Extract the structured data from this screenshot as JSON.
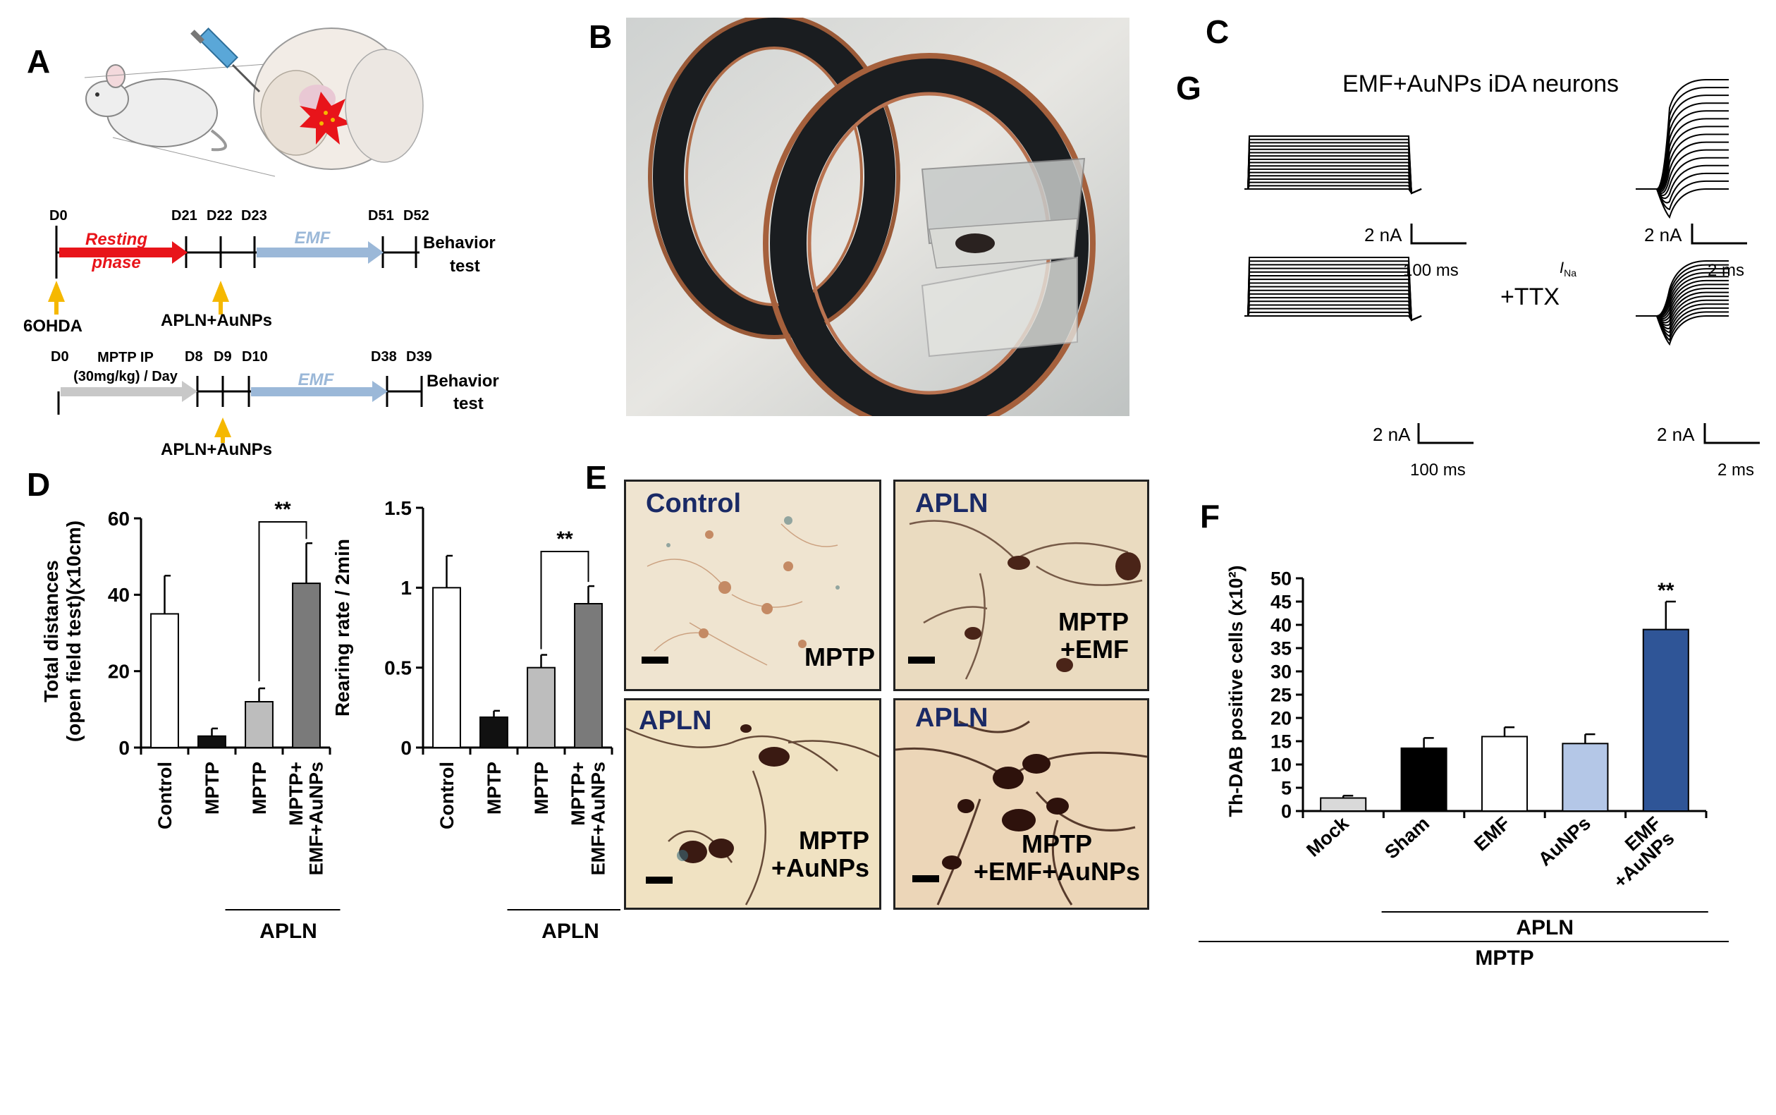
{
  "panels": {
    "A": "A",
    "B": "B",
    "C": "C",
    "G": "G",
    "D": "D",
    "E": "E",
    "F": "F"
  },
  "panel_a": {
    "t1": {
      "d0": "D0",
      "resting": "Resting",
      "phase": "phase",
      "d21": "D21",
      "d22": "D22",
      "d23": "D23",
      "emf": "EMF",
      "d51": "D51",
      "d52": "D52",
      "behavior": "Behavior",
      "test": "test",
      "toxin": "6OHDA",
      "injection": "APLN+AuNPs"
    },
    "t2": {
      "d0": "D0",
      "mptp_ip": "MPTP IP",
      "dose": "(30mg/kg) / Day",
      "d8": "D8",
      "d9": "D9",
      "d10": "D10",
      "emf": "EMF",
      "d38": "D38",
      "d39": "D39",
      "behavior": "Behavior",
      "test": "test",
      "injection": "APLN+AuNPs"
    },
    "colors": {
      "resting": "#e8141a",
      "emf": "#9bb8d8",
      "mptp": "#c8c8c8",
      "arrow_yellow": "#f5b800"
    }
  },
  "panel_c": {
    "title": "EMF+AuNPs iDA neurons",
    "ttx": "+TTX",
    "scale": {
      "current": "2 nA",
      "time_long": "100 ms",
      "time_short": "2 ms",
      "ina": "I",
      "ina_sub": "Na"
    }
  },
  "panel_e": {
    "cells": [
      {
        "group": "Control",
        "condition": [
          "MPTP"
        ]
      },
      {
        "group": "APLN",
        "condition": [
          "MPTP",
          "+EMF"
        ]
      },
      {
        "group": "APLN",
        "condition": [
          "MPTP",
          "+AuNPs"
        ]
      },
      {
        "group": "APLN",
        "condition": [
          "MPTP",
          "+EMF+AuNPs"
        ]
      }
    ]
  },
  "chart_data": [
    {
      "type": "bar",
      "panel": "D-left",
      "categories": [
        "Control",
        "MPTP",
        "MPTP",
        "MPTP+\nEMF+AuNPs"
      ],
      "values": [
        35,
        3,
        12,
        43
      ],
      "errors": [
        10,
        2,
        3.5,
        10.5
      ],
      "bar_colors": [
        "#ffffff",
        "#111111",
        "#bdbdbd",
        "#7a7a7a"
      ],
      "ylabel": "Total distances\n(open field test)(x10cm)",
      "ylim": [
        0,
        60
      ],
      "yticks": [
        "0",
        "20",
        "40",
        "60"
      ],
      "group_label": "APLN",
      "significance": "**"
    },
    {
      "type": "bar",
      "panel": "D-right",
      "categories": [
        "Control",
        "MPTP",
        "MPTP",
        "MPTP+\nEMF+AuNPs"
      ],
      "values": [
        1.0,
        0.19,
        0.5,
        0.9
      ],
      "errors": [
        0.2,
        0.04,
        0.08,
        0.11
      ],
      "bar_colors": [
        "#ffffff",
        "#111111",
        "#bdbdbd",
        "#7a7a7a"
      ],
      "ylabel": "Rearing rate / 2min",
      "ylim": [
        0,
        1.5
      ],
      "yticks": [
        "0",
        "0.5",
        "1",
        "1.5"
      ],
      "group_label": "APLN",
      "significance": "**"
    },
    {
      "type": "bar",
      "panel": "F",
      "categories": [
        "Mock",
        "Sham",
        "EMF",
        "AuNPs",
        "EMF\n+AuNPs"
      ],
      "values": [
        2.8,
        13.5,
        16,
        14.5,
        39
      ],
      "errors": [
        0.5,
        2.2,
        2,
        2,
        6
      ],
      "bar_colors": [
        "#d9d9d9",
        "#000000",
        "#ffffff",
        "#b4c7e7",
        "#2f5597"
      ],
      "ylabel": "Th-DAB positive cells (x10²)",
      "ylim": [
        0,
        50
      ],
      "yticks": [
        "0",
        "5",
        "10",
        "15",
        "20",
        "25",
        "30",
        "35",
        "40",
        "45",
        "50"
      ],
      "group_labels": [
        "APLN",
        "MPTP"
      ],
      "significance": "**"
    }
  ]
}
